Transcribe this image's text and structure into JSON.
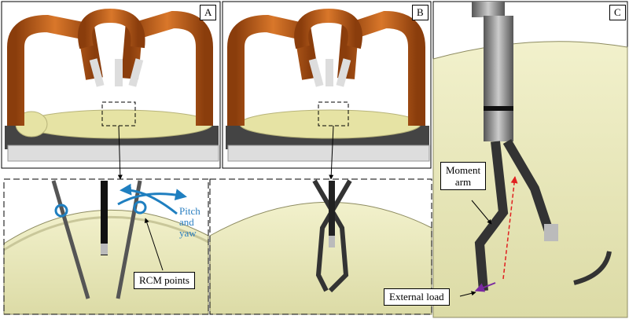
{
  "panels": {
    "a": {
      "label": "A"
    },
    "b": {
      "label": "B"
    },
    "c": {
      "label": "C"
    }
  },
  "annotations": {
    "pitch_yaw": [
      "Pitch",
      "and",
      "yaw"
    ],
    "rcm_points": "RCM points",
    "moment_arm": [
      "Moment",
      "arm"
    ],
    "external_load": "External load"
  },
  "colors": {
    "robot": "#c8661e",
    "cavity": "#e9e8b8",
    "rcm_ring": "#1f7fc0",
    "moment_arrow": "#e02020",
    "load_arrow": "#7a2aa0"
  }
}
